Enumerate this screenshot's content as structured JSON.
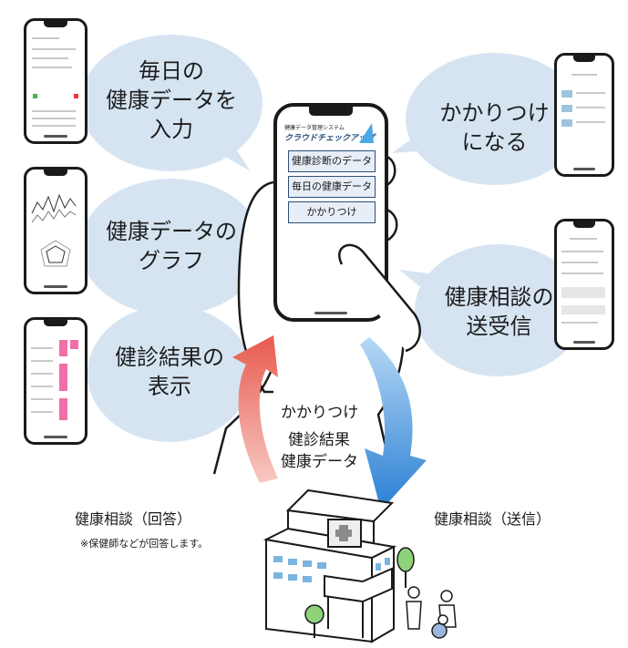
{
  "bubbles": {
    "input": [
      "毎日の",
      "健康データを",
      "入力"
    ],
    "graph": [
      "健康データの",
      "グラフ"
    ],
    "results": [
      "健診結果の",
      "表示"
    ],
    "kakaritsuke": [
      "かかりつけ",
      "になる"
    ],
    "consult": [
      "健康相談の",
      "送受信"
    ]
  },
  "main_phone": {
    "app_small": "健康データ管理システム",
    "app_name": "クラウドチェックアップ",
    "menu": [
      "健康診断のデータ",
      "毎日の健康データ",
      "かかりつけ"
    ]
  },
  "center_labels": [
    "かかりつけ",
    "健診結果",
    "健康データ"
  ],
  "left_label": "健康相談（回答）",
  "left_note": "※保健師などが回答します。",
  "right_label": "健康相談（送信）",
  "colors": {
    "bubble": "#d6e4f2",
    "arrow_red": "#e85a4f",
    "arrow_blue": "#2a7fd4",
    "accent": "#2c4f7c"
  }
}
